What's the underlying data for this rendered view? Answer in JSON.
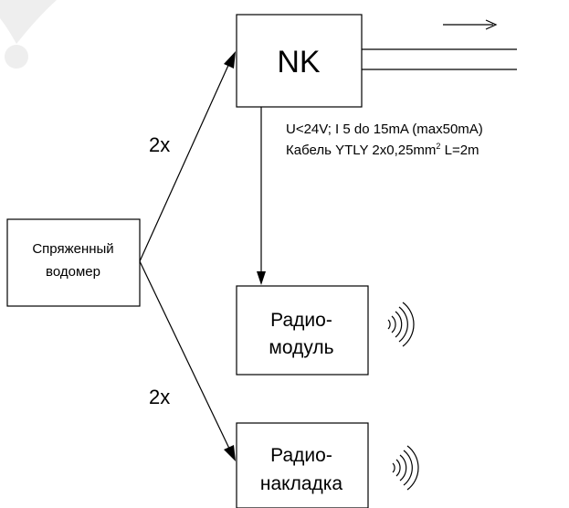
{
  "diagram": {
    "nodes": {
      "nk": {
        "label": "NK"
      },
      "meter": {
        "line1": "Спряженный",
        "line2": "водомер"
      },
      "radio_module": {
        "line1": "Радио-",
        "line2": "модуль"
      },
      "radio_overlay": {
        "line1": "Радио-",
        "line2": "накладка"
      }
    },
    "edges": {
      "to_nk_label": "2x",
      "to_overlay_label": "2x"
    },
    "spec": {
      "line1": "U<24V; I 5 do 15mA (max50mA)",
      "line2_prefix": "Кабель YTLY 2x0,25mm",
      "line2_sup": "2",
      "line2_suffix": " L=2m"
    }
  }
}
